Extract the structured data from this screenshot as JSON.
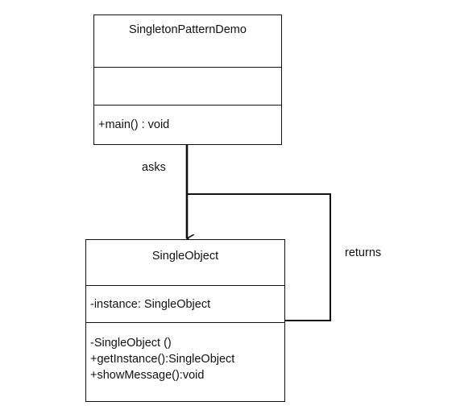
{
  "classes": {
    "demo": {
      "name": "SingletonPatternDemo",
      "attributes": [],
      "methods": [
        "+main() : void"
      ]
    },
    "single_object": {
      "name": "SingleObject",
      "attributes": [
        "-instance: SingleObject"
      ],
      "methods": [
        "-SingleObject ()",
        "+getInstance():SingleObject",
        "+showMessage():void"
      ]
    }
  },
  "relations": {
    "asks": "asks",
    "returns": "returns"
  },
  "colors": {
    "line": "#111111",
    "background": "#ffffff"
  }
}
